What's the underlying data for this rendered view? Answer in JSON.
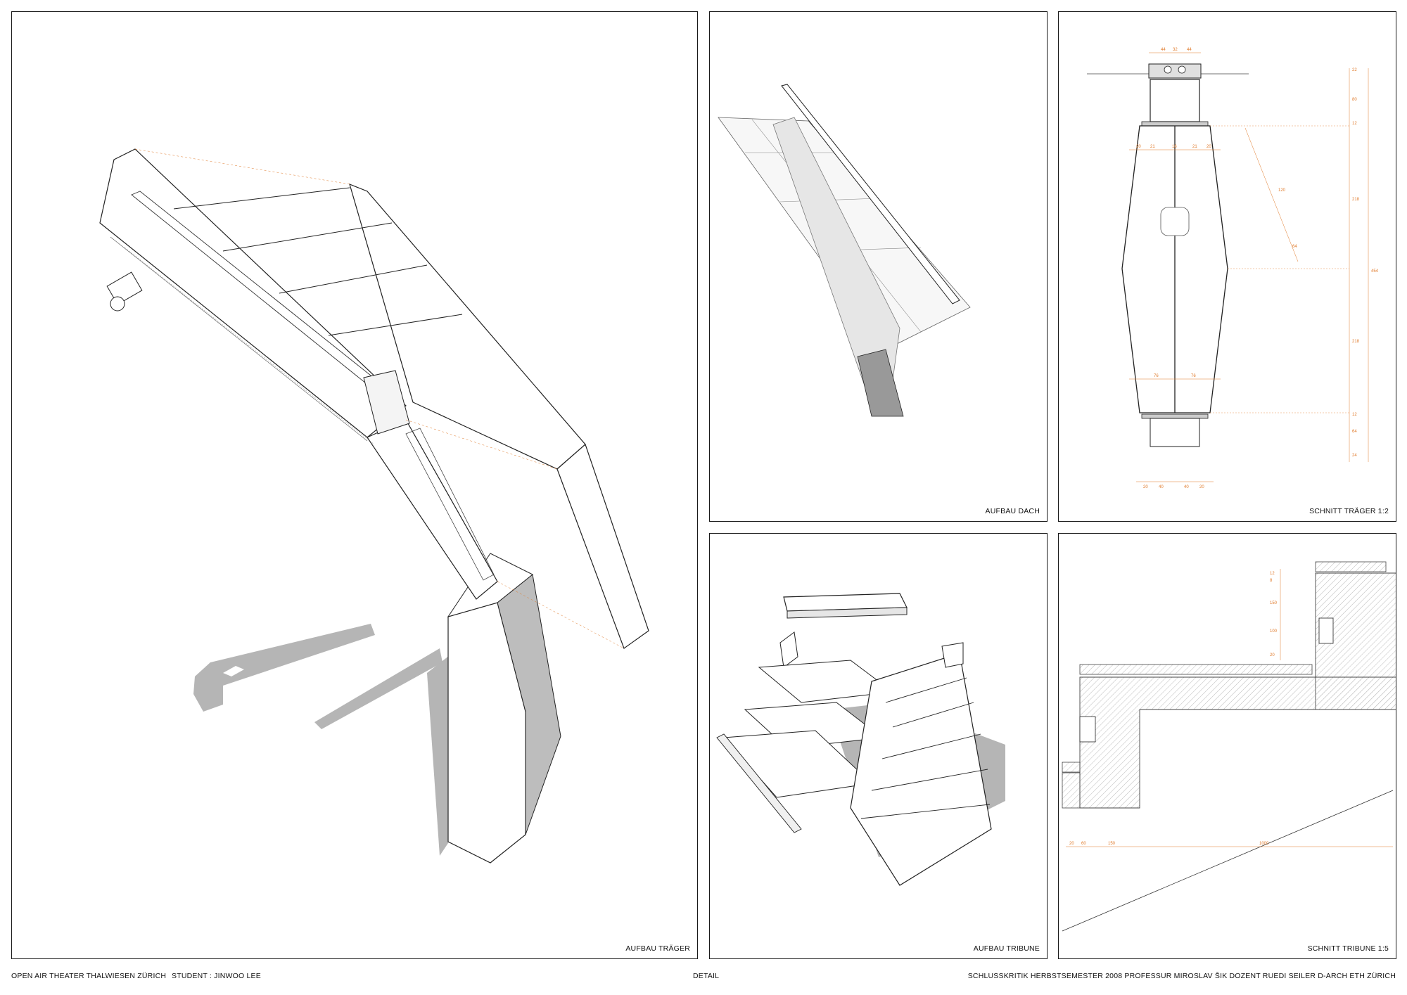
{
  "panels": {
    "aufbau_traeger": {
      "caption": "AUFBAU TRÄGER"
    },
    "aufbau_dach": {
      "caption": "AUFBAU DACH"
    },
    "schnitt_traeger": {
      "caption": "SCHNITT TRÄGER   1:2"
    },
    "aufbau_tribune": {
      "caption": "AUFBAU TRIBUNE"
    },
    "schnitt_tribune": {
      "caption": "SCHNITT TRIBUNE   1:5"
    }
  },
  "footer": {
    "project": "OPEN AIR THEATER THALWIESEN   ZÜRICH",
    "student": "STUDENT : JINWOO LEE",
    "sheet_title": "DETAIL",
    "credits": "SCHLUSSKRITIK   HERBSTSEMESTER   2008   PROFESSUR   MIROSLAV ŠIK   DOZENT RUEDI SEILER   D-ARCH   ETH   ZÜRICH"
  },
  "colors": {
    "frame": "#1a1a1a",
    "line": "#222222",
    "shadow": "#b5b5b5",
    "dimension": "#e07a2a",
    "hatch": "#cfcfcf"
  },
  "dimensions": {
    "schnitt_traeger_top": [
      "44",
      "32",
      "44"
    ],
    "schnitt_traeger_upper": [
      "20",
      "21",
      "16",
      "21",
      "20"
    ],
    "schnitt_traeger_mid": [
      "76",
      "76"
    ],
    "schnitt_traeger_bottom": [
      "20",
      "40",
      "40",
      "20"
    ],
    "schnitt_traeger_right": [
      "22",
      "80",
      "12",
      "218",
      "218",
      "12",
      "64",
      "24"
    ],
    "schnitt_traeger_total": "454",
    "schnitt_traeger_angle": [
      "120",
      "64"
    ],
    "schnitt_tribune_left": [
      "12",
      "8",
      "150",
      "100",
      "20"
    ],
    "schnitt_tribune_bottom": [
      "20",
      "60",
      "150",
      "1000"
    ]
  }
}
